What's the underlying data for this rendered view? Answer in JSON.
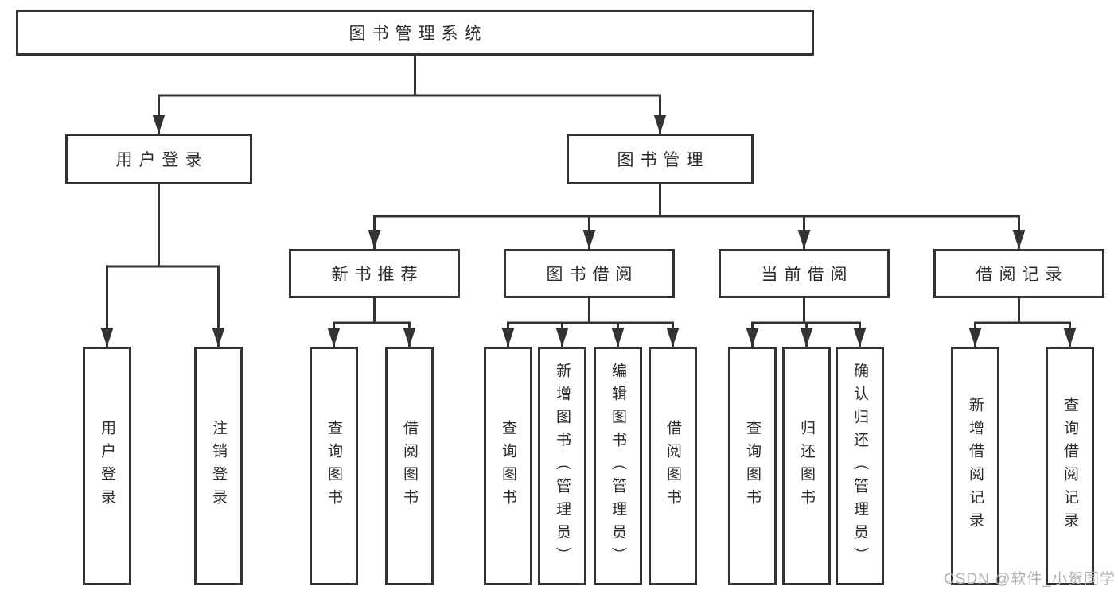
{
  "title": "图书管理系统",
  "watermark": "CSDN @软件_小贺同学",
  "colors": {
    "line": "#333333",
    "box_border": "#333333",
    "box_background": "#ffffff",
    "text": "#2b2b2b",
    "watermark": "#b2b2b2"
  },
  "tree": {
    "root": {
      "label": "图书管理系统",
      "children": [
        {
          "label": "用户登录",
          "children": [
            {
              "label": "用户登录"
            },
            {
              "label": "注销登录"
            }
          ]
        },
        {
          "label": "图书管理",
          "children": [
            {
              "label": "新书推荐",
              "children": [
                {
                  "label": "查询图书"
                },
                {
                  "label": "借阅图书"
                }
              ]
            },
            {
              "label": "图书借阅",
              "children": [
                {
                  "label": "查询图书"
                },
                {
                  "label": "新增图书（管理员）"
                },
                {
                  "label": "编辑图书（管理员）"
                },
                {
                  "label": "借阅图书"
                }
              ]
            },
            {
              "label": "当前借阅",
              "children": [
                {
                  "label": "查询图书"
                },
                {
                  "label": "归还图书"
                },
                {
                  "label": "确认归还（管理员）"
                }
              ]
            },
            {
              "label": "借阅记录",
              "children": [
                {
                  "label": "新增借阅记录"
                },
                {
                  "label": "查询借阅记录"
                }
              ]
            }
          ]
        }
      ]
    }
  }
}
